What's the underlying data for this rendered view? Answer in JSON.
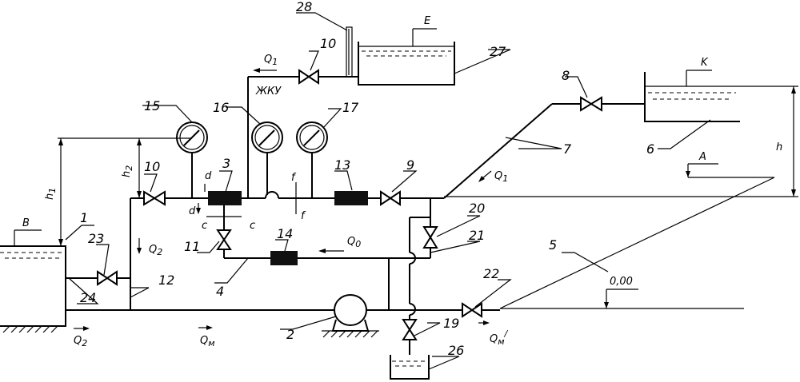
{
  "numbers": {
    "n1": "1",
    "n2": "2",
    "n3": "3",
    "n4": "4",
    "n5": "5",
    "n6": "6",
    "n7": "7",
    "n8": "8",
    "n9": "9",
    "n10a": "10",
    "n10b": "10",
    "n11": "11",
    "n12": "12",
    "n13": "13",
    "n14": "14",
    "n15": "15",
    "n16": "16",
    "n17": "17",
    "n19": "19",
    "n20": "20",
    "n21": "21",
    "n22": "22",
    "n23": "23",
    "n24": "24",
    "n26": "26",
    "n27": "27",
    "n28": "28"
  },
  "letters": {
    "B": "B",
    "E": "E",
    "K": "K",
    "A": "A",
    "zero": "0,00",
    "zhku": "ЖКУ",
    "d1": "d",
    "d2": "d",
    "c1": "c",
    "c2": "c",
    "f1": "f",
    "f2": "f",
    "h": "h"
  },
  "flows": {
    "q1_top_base": "Q",
    "q1_top_sub": "1",
    "q1_right_base": "Q",
    "q1_right_sub": "1",
    "q0_base": "Q",
    "q0_sub": "0",
    "q2_left_base": "Q",
    "q2_left_sub": "2",
    "q2_bottom_base": "Q",
    "q2_bottom_sub": "2",
    "qm_base": "Q",
    "qm_sub": "м",
    "qm2_base": "Q",
    "qm2_sub": "м",
    "qm2_sup": "/",
    "h1_base": "h",
    "h1_sub": "1",
    "h2_base": "h",
    "h2_sub": "2"
  }
}
